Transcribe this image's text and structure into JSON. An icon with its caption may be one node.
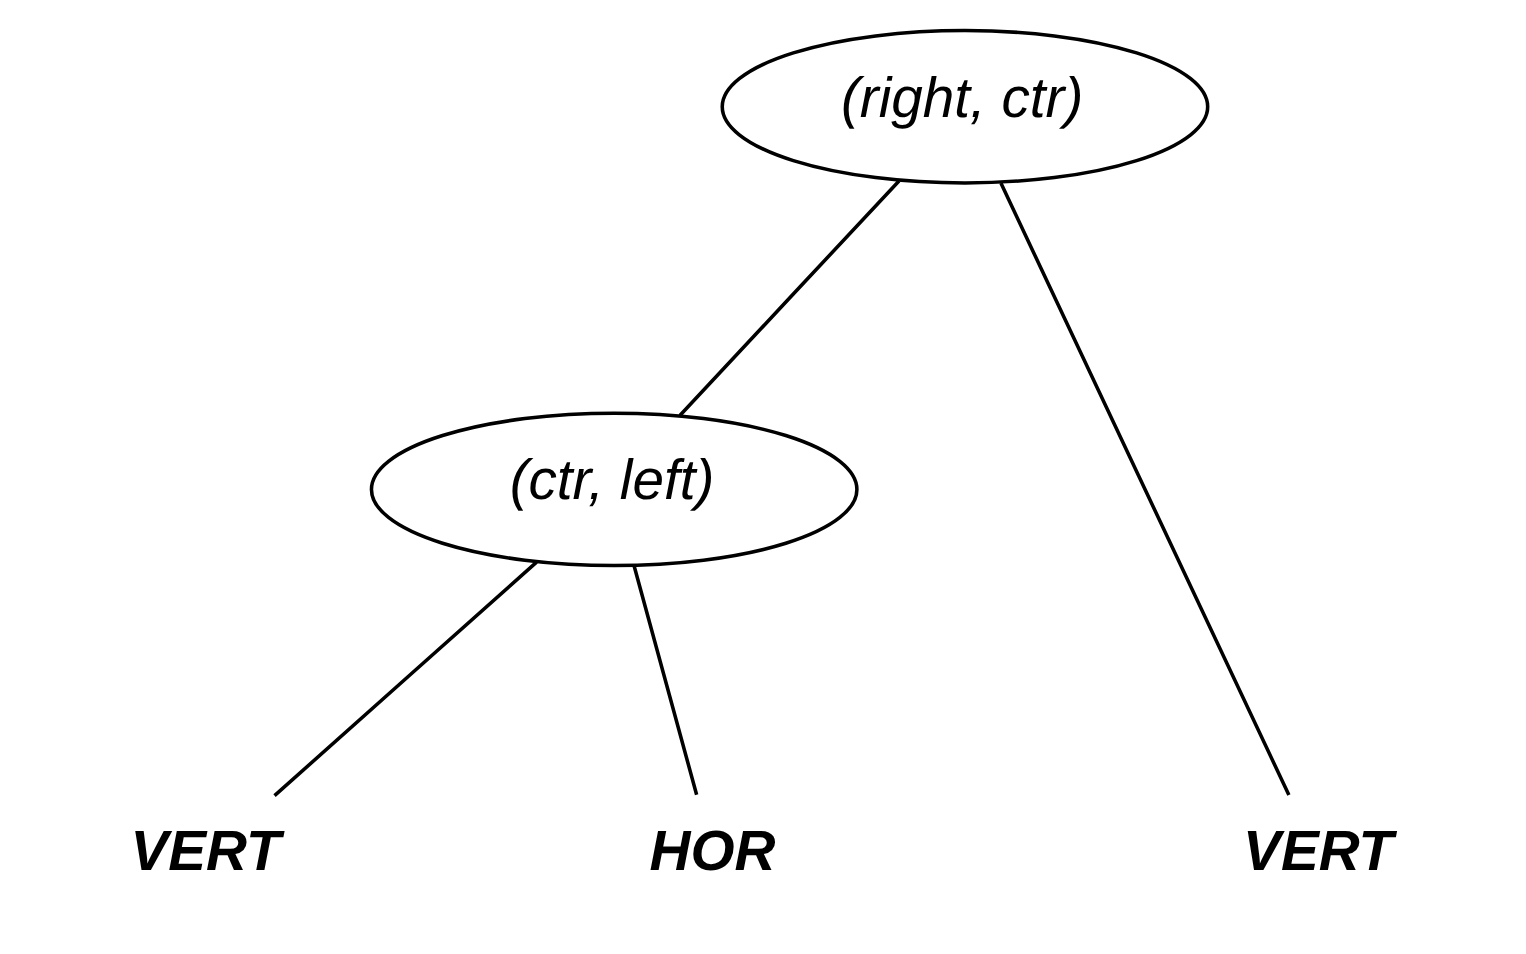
{
  "diagram": {
    "nodes": [
      {
        "text": [
          "(right, ctr)"
        ]
      },
      {
        "text": [
          "(ctr, left)"
        ]
      },
      {
        "text": [
          "VERT"
        ]
      },
      {
        "text": [
          "HOR"
        ]
      },
      {
        "text": [
          "VERT"
        ]
      }
    ],
    "edges": [
      {
        "from": 0,
        "to": 1,
        "arrow": "none"
      },
      {
        "from": 0,
        "to": 4,
        "arrow": "none"
      },
      {
        "from": 1,
        "to": 2,
        "arrow": "none"
      },
      {
        "from": 1,
        "to": 3,
        "arrow": "none"
      }
    ]
  }
}
